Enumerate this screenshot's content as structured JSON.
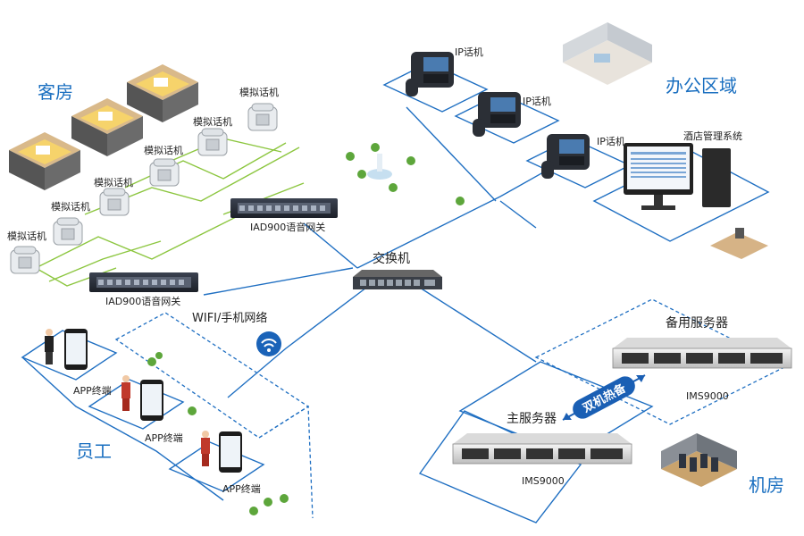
{
  "zones": {
    "guest_room": "客房",
    "office": "办公区域",
    "staff": "员工",
    "machine_room": "机房"
  },
  "devices": {
    "analog_phone": "模拟话机",
    "ip_phone": "IP话机",
    "gateway": "IAD900语音网关",
    "switch": "交换机",
    "hotel_system": "酒店管理系统",
    "wifi": "WIFI/手机网络",
    "app_terminal": "APP终端",
    "main_server": "主服务器",
    "backup_server": "备用服务器",
    "server_model": "IMS9000",
    "hot_standby": "双机热备"
  },
  "colors": {
    "line_blue": "#1f6fc2",
    "line_green": "#8cc63f",
    "zone_text": "#1a6fc0",
    "badge": "#1a5fb4"
  }
}
